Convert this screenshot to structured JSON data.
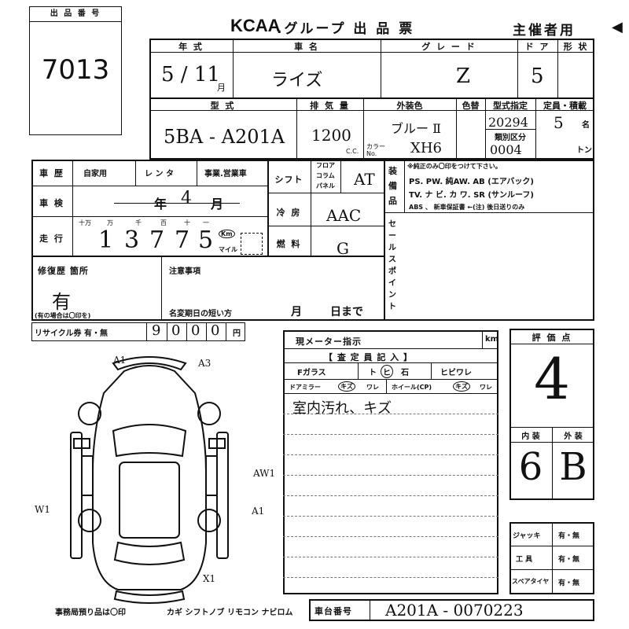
{
  "lot": {
    "label": "出 品 番 号",
    "number": "7013"
  },
  "header": {
    "brand": "KCAA",
    "title": ".グループ 出 品 票",
    "host_use": "主催者用"
  },
  "row1": {
    "year_label": "年 式",
    "year_value": "5 / 11",
    "month_unit": "月",
    "name_label": "車 名",
    "name_value": "ライズ",
    "grade_label": "グ レ ー ド",
    "grade_value": "Z",
    "door_label": "ド ア",
    "door_value": "5",
    "shape_label": "形 状"
  },
  "row2": {
    "model_label": "型 式",
    "model_value": "5BA - A201A",
    "disp_label": "排 気 量",
    "disp_value": "1200",
    "cc": "C.C.",
    "color_label": "外装色",
    "color_value": "ブルー Ⅱ",
    "colorno_label": "カラー No.",
    "colorno_value": "XH6",
    "color2_label": "色替",
    "type_label": "型式指定",
    "type_value": "20294",
    "class_label": "類別区分",
    "class_value": "0004",
    "cap_label": "定員・積載",
    "cap_value": "5",
    "cap_unit": "名",
    "ton": "トン"
  },
  "history": {
    "label": "車 歴",
    "opt1": "自家用",
    "opt2": "レ ン タ",
    "opt3": "事業.営業車"
  },
  "inspection": {
    "label": "車 検",
    "year": "年",
    "month": "月",
    "month_value": "4"
  },
  "mileage": {
    "label": "走 行",
    "units": [
      "十万",
      "万",
      "千",
      "百",
      "十",
      "一"
    ],
    "digits": [
      "1",
      "3",
      "7",
      "7",
      "5"
    ],
    "km": "Km",
    "mile": "マイル"
  },
  "shift": {
    "label": "シフト",
    "opts": [
      "フロア",
      "コラム",
      "パネル"
    ],
    "value": "AT"
  },
  "ac": {
    "label": "冷 房",
    "value": "AAC"
  },
  "fuel": {
    "label": "燃 料",
    "value": "G"
  },
  "equip": {
    "label": "装 備 品",
    "note": "※純正のみ〇印をつけて下さい。",
    "line1": "PS. PW. 純AW. AB (エアバック)",
    "line2": "TV. ナ ビ. カ ワ. SR (サンルーフ)",
    "line3": "ABS 、 新車保証書 ←(注) 後日送りのみ"
  },
  "sellpoint": {
    "label": "セールスポイント"
  },
  "repair": {
    "label": "修復歴 箇所",
    "value": "有",
    "note": "(有の場合は〇印を)"
  },
  "notes": {
    "label": "注意事項",
    "deadline": "名変期日の短い方",
    "month": "月",
    "day": "日まで"
  },
  "recycle": {
    "label": "リサイクル券 有・無",
    "digits": [
      "9",
      "0",
      "0",
      "0"
    ],
    "yen": "円"
  },
  "meter": {
    "label": "現メーター指示",
    "km": "km"
  },
  "inspect": {
    "header": "【 査 定 員 記 入 】",
    "f_glass": "Fガラス",
    "glass_opt1": "ト",
    "glass_opt2": "ヒ",
    "glass_opt3": "石",
    "hibi": "ヒビワレ",
    "mirror": "ドアミラー",
    "kizu": "キズ",
    "ware": "ワレ",
    "wheel": "ホイール(CP)",
    "kizu2": "キズ",
    "ware2": "ワレ",
    "comment": "室内汚れ、キズ"
  },
  "score": {
    "label": "評 価 点",
    "value": "4",
    "int_label": "内 装",
    "ext_label": "外 装",
    "int_value": "6",
    "ext_value": "B"
  },
  "tools": {
    "jack": "ジャッキ",
    "kogu": "工 具",
    "spare": "スペアタイヤ",
    "yes_no": "有・無"
  },
  "diagram": {
    "marks": [
      "A1",
      "A3",
      "AW1",
      "A1",
      "W1",
      "X1"
    ]
  },
  "footer": {
    "left": "事務局預り品は〇印",
    "items": "カギ シフトノブ リモコン ナビロム",
    "vin_label": "車台番号",
    "vin_value": "A201A - 0070223"
  }
}
